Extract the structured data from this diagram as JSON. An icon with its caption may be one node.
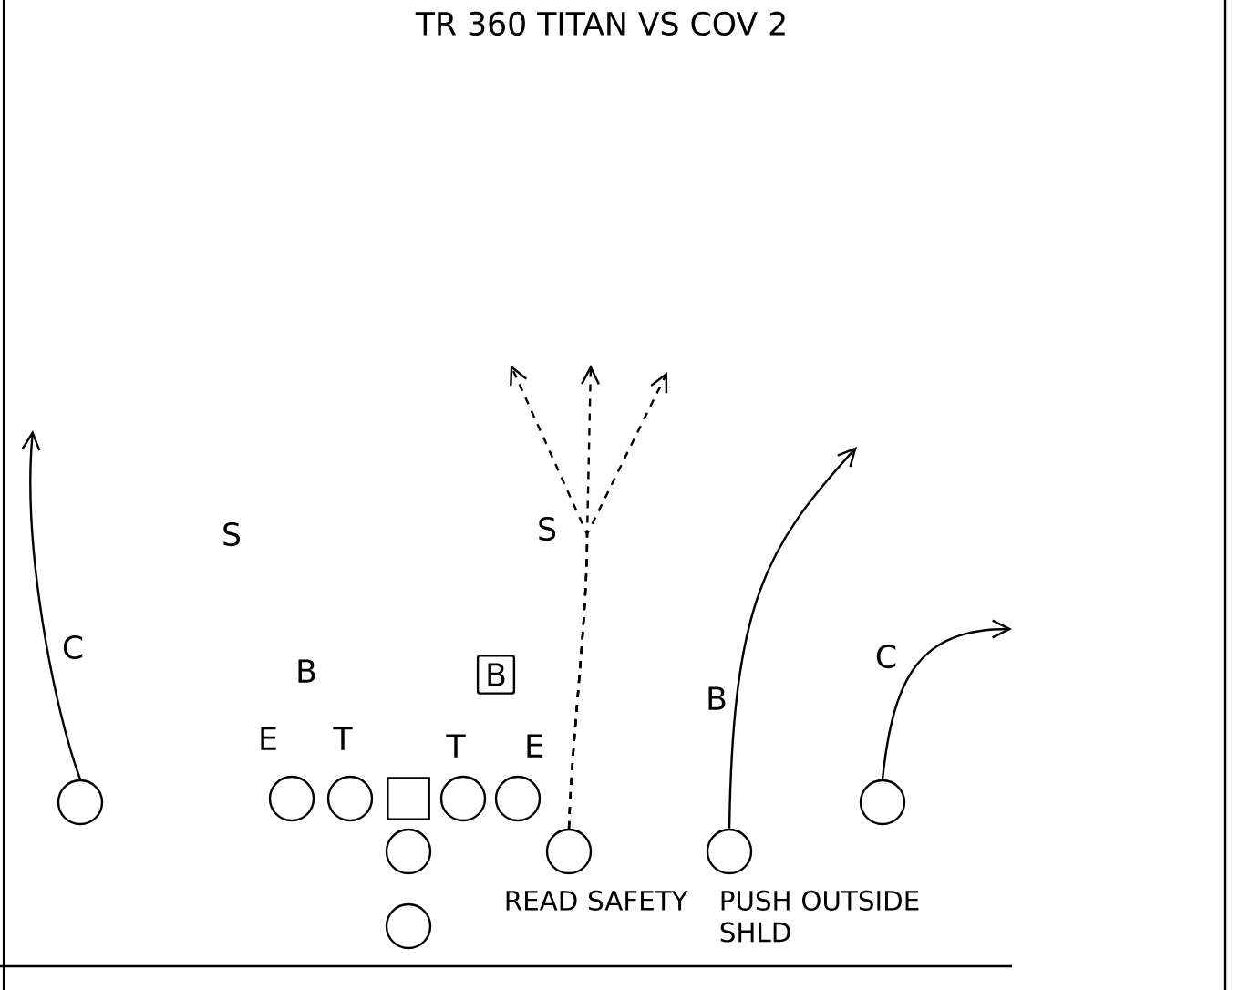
{
  "diagram": {
    "title": "TR 360 TITAN VS COV 2",
    "nodes": [
      {
        "text": [],
        "shape": "circle"
      },
      {
        "text": [],
        "shape": "circle"
      },
      {
        "text": [],
        "shape": "circle"
      },
      {
        "text": [],
        "shape": "box"
      },
      {
        "text": [],
        "shape": "circle"
      },
      {
        "text": [],
        "shape": "circle"
      },
      {
        "text": [],
        "shape": "circle"
      },
      {
        "text": [],
        "shape": "circle"
      },
      {
        "text": [],
        "shape": "circle",
        "beside": [
          "READ SAFETY"
        ]
      },
      {
        "text": [],
        "shape": "circle",
        "beside": [
          "PUSH OUTSIDE SHLD"
        ]
      },
      {
        "text": [],
        "shape": "circle"
      },
      {
        "text": [
          "B"
        ]
      }
    ],
    "edges": [
      {
        "from": 0,
        "to": null,
        "arrow": "to"
      },
      {
        "from": 8,
        "to": null,
        "arrow": "to",
        "style": "dashed"
      },
      {
        "from": 8,
        "to": null,
        "arrow": "to",
        "style": "dashed"
      },
      {
        "from": 8,
        "to": null,
        "arrow": "to",
        "style": "dashed"
      },
      {
        "from": 9,
        "to": null,
        "arrow": "to"
      },
      {
        "from": 10,
        "to": null,
        "arrow": "to"
      }
    ],
    "labels": [
      "S",
      "S",
      "C",
      "C",
      "B",
      "B",
      "E",
      "T",
      "T",
      "E"
    ]
  }
}
